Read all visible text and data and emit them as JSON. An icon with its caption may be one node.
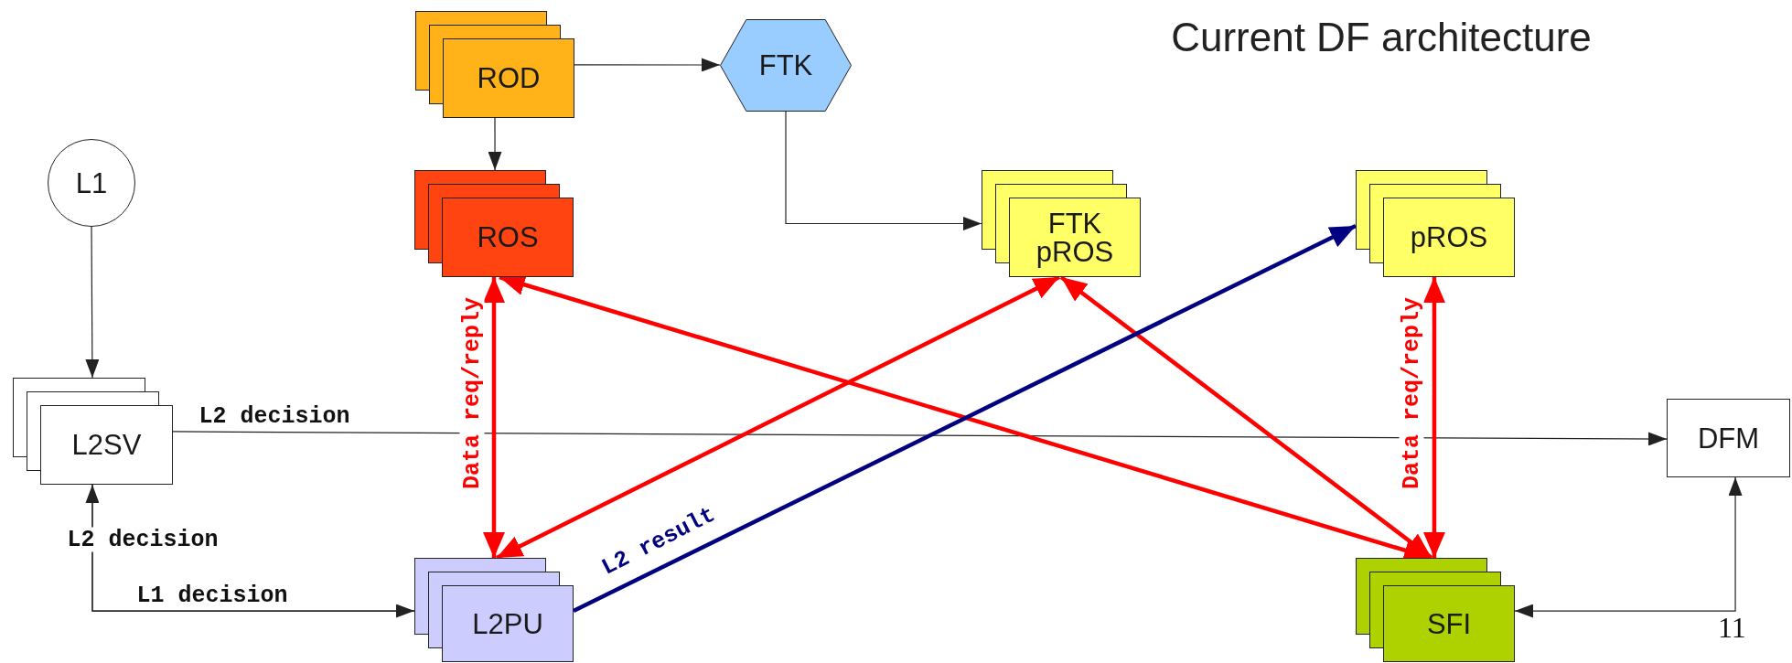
{
  "diagram": {
    "title": "Current DF architecture",
    "nodes": [
      {
        "text": [
          "ROD"
        ]
      },
      {
        "text": [
          "FTK"
        ]
      },
      {
        "text": [
          "L1"
        ]
      },
      {
        "text": [
          "ROS"
        ]
      },
      {
        "text": [
          "FTK pROS"
        ]
      },
      {
        "text": [
          "pROS"
        ]
      },
      {
        "text": [
          "L2SV"
        ]
      },
      {
        "text": [
          "DFM"
        ]
      },
      {
        "text": [
          "L2PU"
        ]
      },
      {
        "text": [
          "SFI"
        ]
      }
    ],
    "edges": [
      {
        "from": 0,
        "to": 1,
        "arrow": "to"
      },
      {
        "from": 0,
        "to": 3,
        "arrow": "to"
      },
      {
        "from": 1,
        "to": 4,
        "arrow": "to"
      },
      {
        "from": 2,
        "to": 6,
        "arrow": "to"
      },
      {
        "from": 6,
        "to": 7,
        "arrow": "to",
        "label": "L2 decision"
      },
      {
        "from": 6,
        "to": 8,
        "arrow": "to",
        "label": "L1 decision"
      },
      {
        "from": 8,
        "to": 6,
        "arrow": "to",
        "label": "L2 decision"
      },
      {
        "from": 3,
        "to": 8,
        "arrow": "both",
        "label": "Data req/reply",
        "style": "thick",
        "color": "#ff0000"
      },
      {
        "from": 3,
        "to": 9,
        "arrow": "both",
        "style": "thick",
        "color": "#ff0000"
      },
      {
        "from": 4,
        "to": 8,
        "arrow": "both",
        "style": "thick",
        "color": "#ff0000"
      },
      {
        "from": 4,
        "to": 9,
        "arrow": "both",
        "style": "thick",
        "color": "#ff0000"
      },
      {
        "from": 8,
        "to": 5,
        "arrow": "to",
        "label": "L2 result",
        "style": "thick",
        "color": "#000080"
      },
      {
        "from": 5,
        "to": 9,
        "arrow": "both",
        "label": "Data req/reply",
        "style": "thick",
        "color": "#ff0000"
      },
      {
        "from": 7,
        "to": 9,
        "arrow": "both"
      }
    ],
    "labels": [
      "11"
    ]
  }
}
